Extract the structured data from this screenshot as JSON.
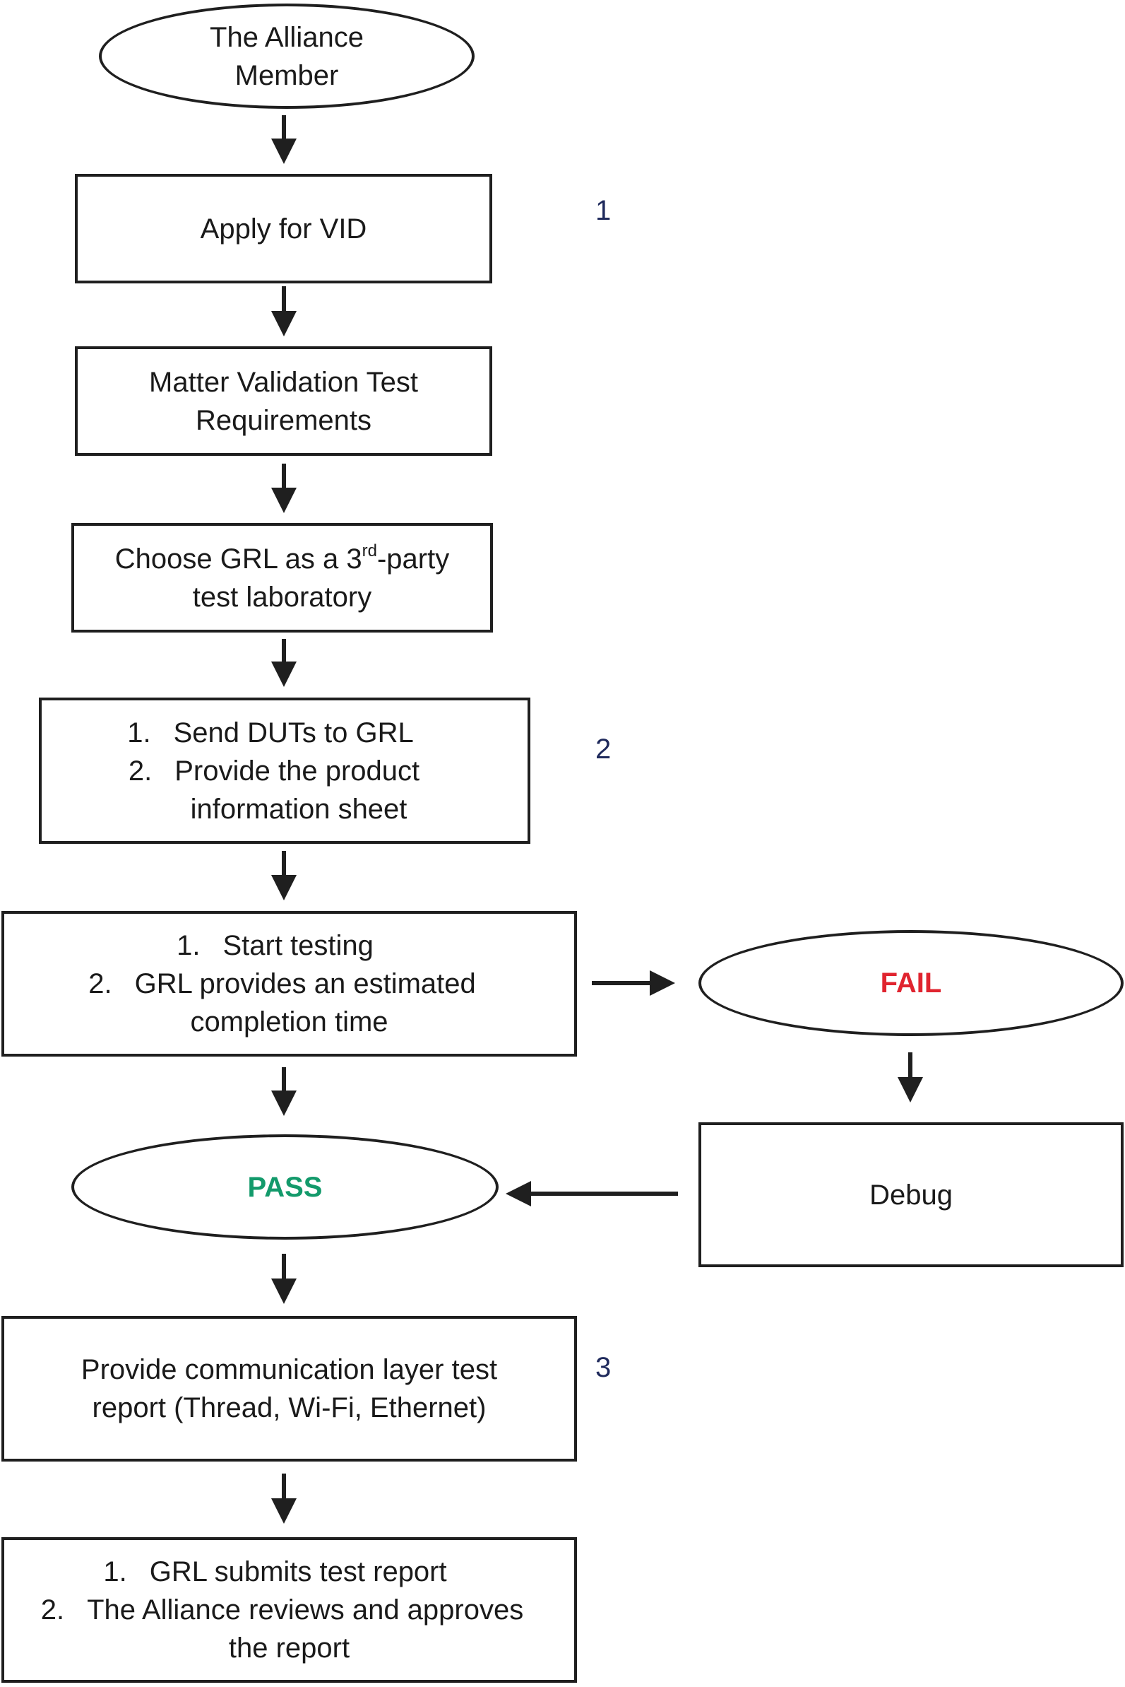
{
  "nodes": {
    "alliance": {
      "lines": [
        "The Alliance",
        "Member"
      ]
    },
    "vid": {
      "text": "Apply for VID"
    },
    "requirements": {
      "lines": [
        "Matter Validation Test",
        "Requirements"
      ]
    },
    "choose": {
      "pre": "Choose GRL as a 3",
      "sup": "rd",
      "post": "-party",
      "line2": "test laboratory"
    },
    "send": {
      "items": [
        {
          "num": "1.",
          "text": "Send DUTs to GRL"
        },
        {
          "num": "2.",
          "text": "Provide the product"
        }
      ],
      "cont": "information sheet"
    },
    "testing": {
      "items": [
        {
          "num": "1.",
          "text": "Start testing"
        },
        {
          "num": "2.",
          "text": "GRL provides an estimated"
        }
      ],
      "cont": "completion time"
    },
    "fail": {
      "text": "FAIL"
    },
    "debug": {
      "text": "Debug"
    },
    "pass": {
      "text": "PASS"
    },
    "report": {
      "lines": [
        "Provide communication layer test",
        "report (Thread, Wi-Fi, Ethernet)"
      ]
    },
    "submit": {
      "items": [
        {
          "num": "1.",
          "text": "GRL submits test report"
        },
        {
          "num": "2.",
          "text": "The Alliance reviews and approves"
        }
      ],
      "cont": "the report"
    }
  },
  "steps": [
    "1",
    "2",
    "3"
  ],
  "colors": {
    "fail": "#e0242f",
    "pass": "#139a6b",
    "step": "#1f2a5c",
    "stroke": "#1f1f1f"
  }
}
